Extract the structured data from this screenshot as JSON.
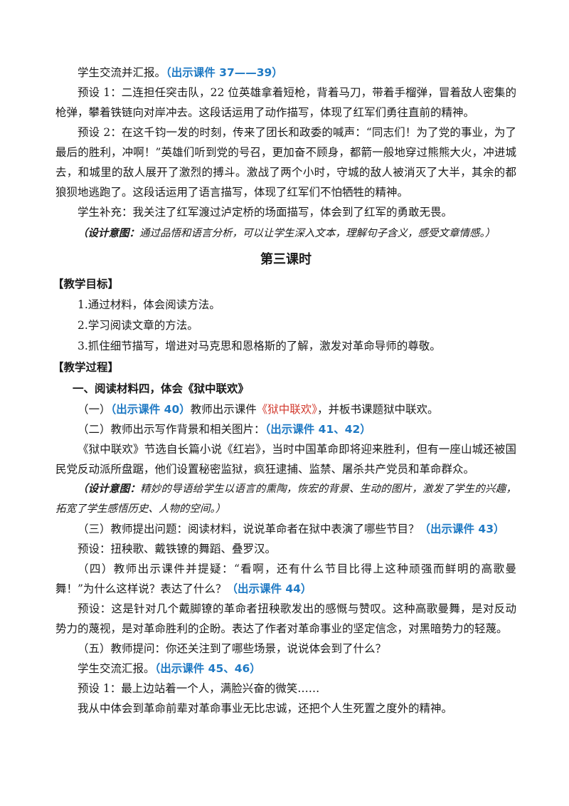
{
  "p1": {
    "text": "学生交流并汇报。",
    "ref": "（出示课件 37——39）"
  },
  "p2": "预设 1：二连担任突击队，22 位英雄拿着短枪，背着马刀，带着手榴弹，冒着敌人密集的枪弹，攀着铁链向对岸冲去。这段话运用了动作描写，体现了红军们勇往直前的精神。",
  "p3": "预设 2：在这千钧一发的时刻，传来了团长和政委的喊声：“同志们！为了党的事业，为了最后的胜利，冲啊！”英雄们听到党的号召，更加奋不顾身，都箭一般地穿过熊熊大火，冲进城去，和城里的敌人展开了激烈的搏斗。激战了两个小时，守城的敌人被消灭了大半，其余的都狼狈地逃跑了。这段话运用了语言描写，体现了红军们不怕牺牲的精神。",
  "p4": "学生补充：我关注了红军渡过泸定桥的场面描写，体会到了红军的勇敢无畏。",
  "d1": {
    "label": "（设计意图：",
    "text": "通过品悟和语言分析，可以让学生深入文本，理解句子含义，感受文章情感。）"
  },
  "lesson_title": "第三课时",
  "goals_head": "【教学目标】",
  "goals": [
    "1.通过材料，体会阅读方法。",
    "2.学习阅读文章的方法。",
    "3.抓住细节描写，增进对马克思和恩格斯的了解，激发对革命导师的尊敬。"
  ],
  "process_head": "【教学过程】",
  "part1_head": "一、阅读材料四，体会《狱中联欢》",
  "s1": {
    "a": "（一）",
    "ref": "（出示课件 40）",
    "b": "教师出示课件",
    "red": "《狱中联欢》",
    "c": "，并板书课题狱中联欢。"
  },
  "s2": {
    "text": "（二）教师出示写作背景和相关图片：",
    "ref": "（出示课件 41、42）"
  },
  "s2_body": "《狱中联欢》节选自长篇小说《红岩》，当时中国革命即将迎来胜利，但有一座山城还被国民党反动派所盘踞，他们设置秘密监狱，疯狂逮捕、监禁、屠杀共产党员和革命群众。",
  "d2": {
    "label": "（设计意图：",
    "text": "精妙的导语给学生以语言的熏陶，恢宏的背景、生动的图片，激发了学生的兴趣，拓宽了学生感悟历史、人物的空间。）"
  },
  "s3": {
    "text": "（三）教师提出问题：阅读材料，说说革命者在狱中表演了哪些节目？",
    "ref": "（出示课件 43）"
  },
  "s3_ans": "预设：扭秧歌、戴铁镣的舞蹈、叠罗汉。",
  "s4": {
    "text": "（四）教师出示课件并提疑：“看啊，还有什么节目比得上这种顽强而鲜明的高歌曼舞！”为什么这样说？表达了什么？",
    "ref": "（出示课件 44）"
  },
  "s4_ans": "预设：这是针对几个戴脚镣的革命者扭秧歌发出的感慨与赞叹。这种高歌曼舞，是对反动势力的蔑视，是对革命胜利的企盼。表达了作者对革命事业的坚定信念，对黑暗势力的轻蔑。",
  "s5": "（五）教师提问：你还关注到了哪些场景，说说体会到了什么？",
  "s5_report": {
    "text": "学生交流汇报。",
    "ref": "（出示课件 45、46）"
  },
  "s5_ans1": "预设 1：最上边站着一个人，满脸兴奋的微笑……",
  "s5_ans2": "我从中体会到革命前辈对革命事业无比忠诚，还把个人生死置之度外的精神。"
}
